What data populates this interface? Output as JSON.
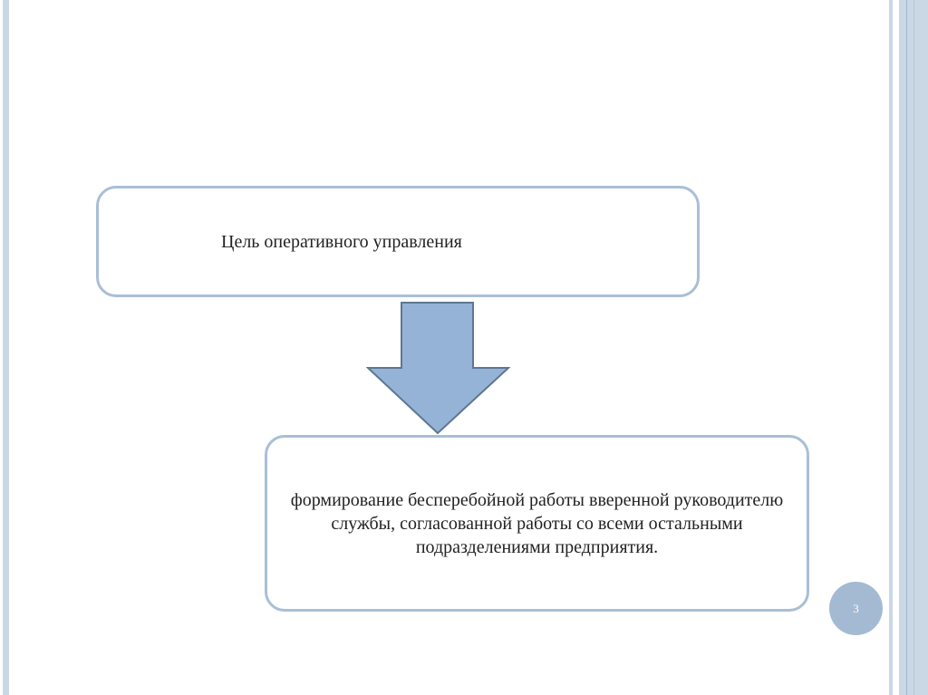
{
  "slide": {
    "goal_title": "Цель оперативного управления",
    "goal_text": "формирование бесперебойной работы вверенной руководителю службы, согласованной работы со всеми остальными подразделениями предприятия.",
    "page_number": "3"
  },
  "colors": {
    "border": "#a9bfd6",
    "arrow": "#95b3d7",
    "stripe": "#cad8e6"
  }
}
